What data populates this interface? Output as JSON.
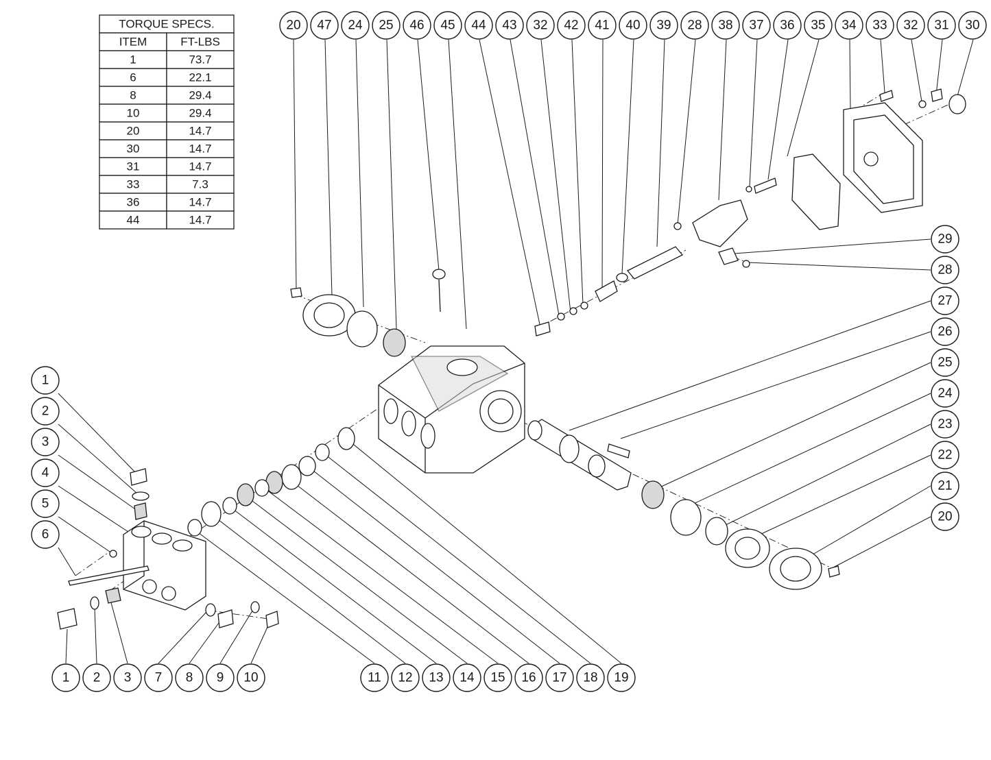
{
  "torque_table": {
    "title": "TORQUE SPECS.",
    "headers": [
      "ITEM",
      "FT-LBS"
    ],
    "rows": [
      [
        "1",
        "73.7"
      ],
      [
        "6",
        "22.1"
      ],
      [
        "8",
        "29.4"
      ],
      [
        "10",
        "29.4"
      ],
      [
        "20",
        "14.7"
      ],
      [
        "30",
        "14.7"
      ],
      [
        "31",
        "14.7"
      ],
      [
        "33",
        "7.3"
      ],
      [
        "36",
        "14.7"
      ],
      [
        "44",
        "14.7"
      ]
    ]
  },
  "callouts": {
    "top_row": [
      "20",
      "47",
      "24",
      "25",
      "46",
      "45",
      "44",
      "43",
      "32",
      "42",
      "41",
      "40",
      "39",
      "28",
      "38",
      "37",
      "36",
      "35",
      "34",
      "33",
      "32",
      "31",
      "30"
    ],
    "right_column": [
      "29",
      "28",
      "27",
      "26",
      "25",
      "24",
      "23",
      "22",
      "21",
      "20"
    ],
    "left_column": [
      "1",
      "2",
      "3",
      "4",
      "5",
      "6"
    ],
    "bottom_row": [
      "1",
      "2",
      "3",
      "7",
      "8",
      "9",
      "10",
      "11",
      "12",
      "13",
      "14",
      "15",
      "16",
      "17",
      "18",
      "19"
    ]
  }
}
